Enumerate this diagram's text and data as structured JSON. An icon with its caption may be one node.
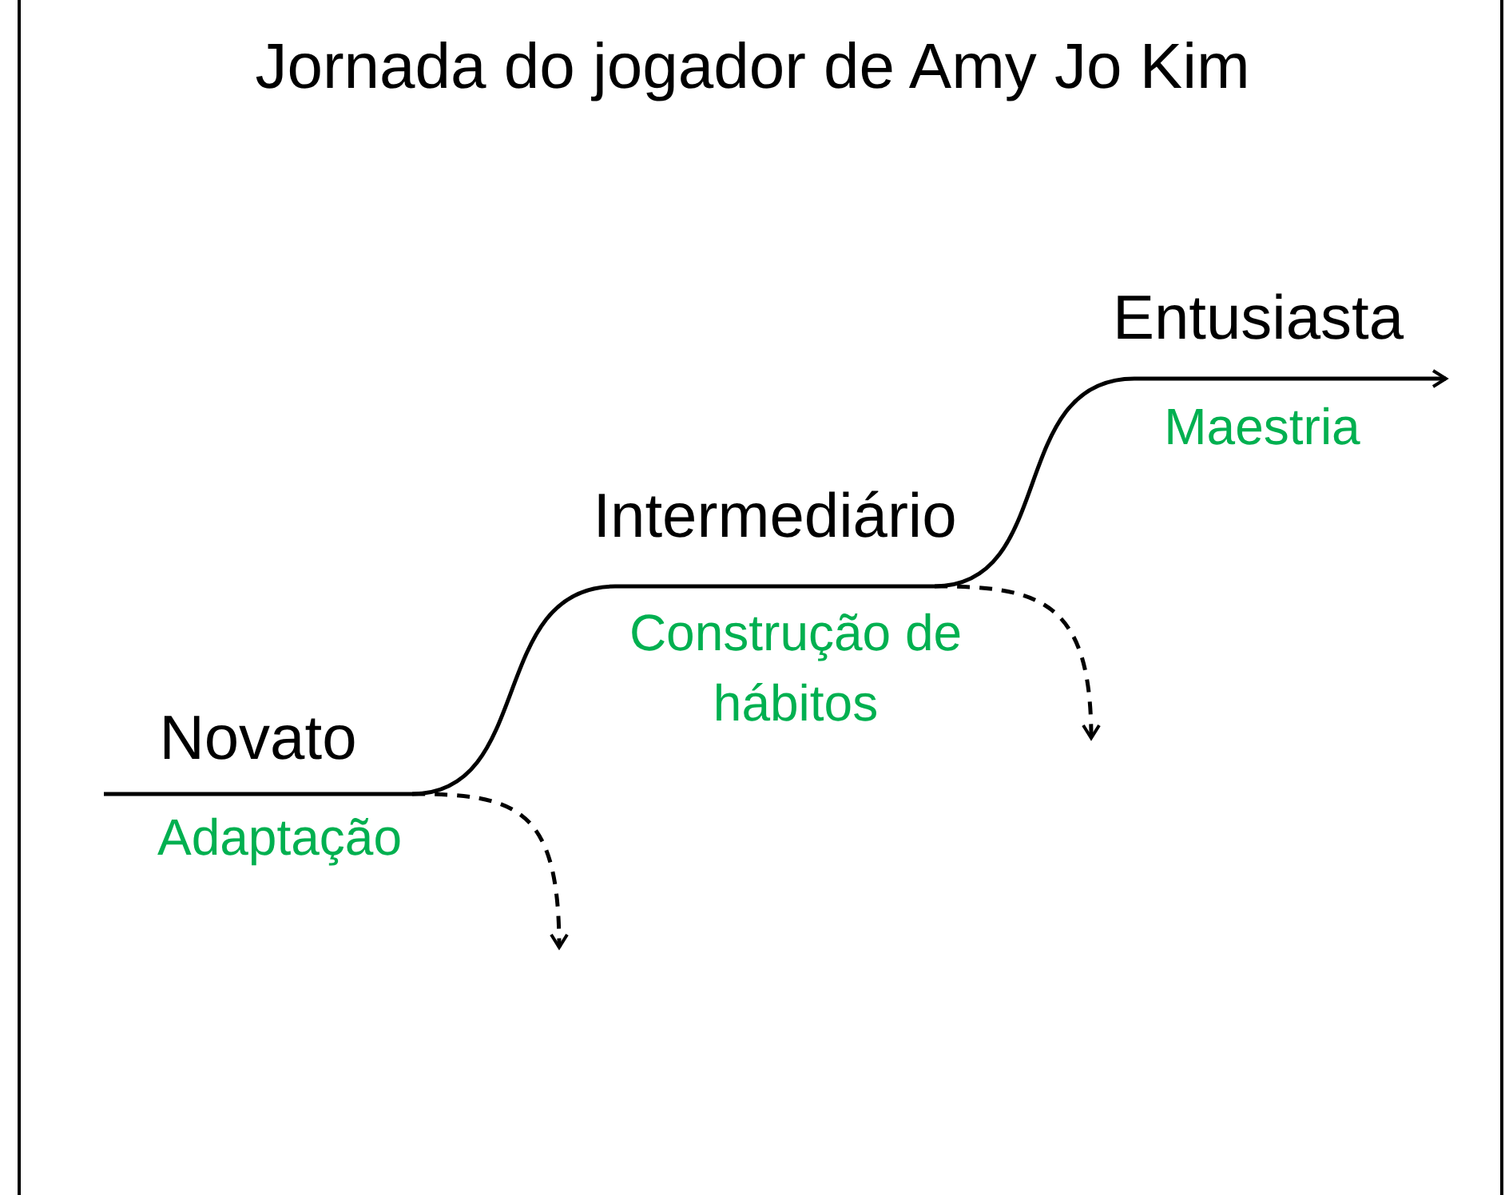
{
  "diagram": {
    "title": "Jornada do jogador de Amy Jo Kim",
    "nodes": [
      {
        "text": [
          "Novato"
        ],
        "beside": [
          "Adaptação"
        ]
      },
      {
        "text": [
          "Intermediário"
        ],
        "beside": [
          "Construção de hábitos"
        ]
      },
      {
        "text": [
          "Entusiasta"
        ],
        "beside": [
          "Maestria"
        ]
      }
    ],
    "edges": [
      {
        "from": 0,
        "to": 1,
        "arrow": "none"
      },
      {
        "from": 1,
        "to": 2,
        "arrow": "none"
      },
      {
        "from": 2,
        "to": null,
        "arrow": "to"
      },
      {
        "from": 0,
        "to": null,
        "arrow": "to",
        "style": "dashed"
      },
      {
        "from": 1,
        "to": null,
        "arrow": "to",
        "style": "dashed"
      }
    ]
  }
}
